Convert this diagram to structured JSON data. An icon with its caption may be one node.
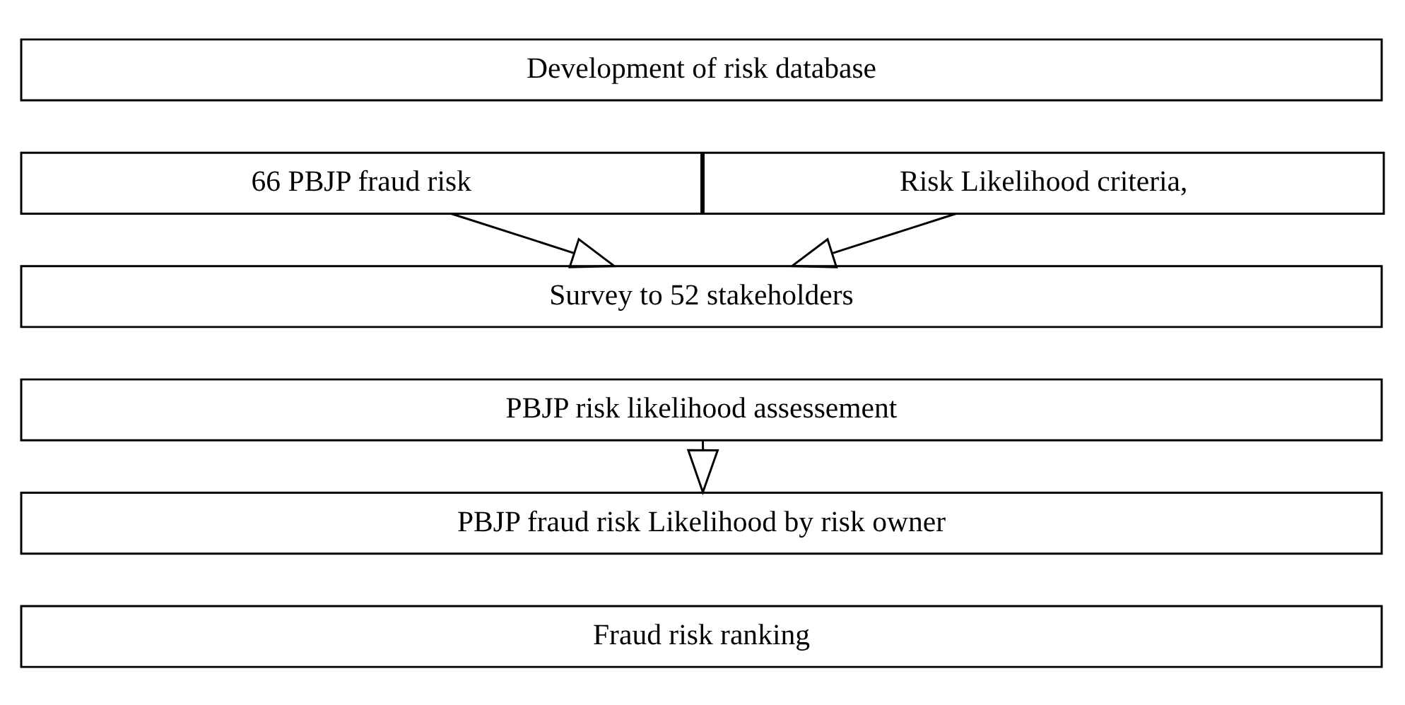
{
  "diagram": {
    "nodes": [
      {
        "text": [
          "Development of risk database"
        ]
      },
      {
        "text": [
          "66 PBJP fraud risk"
        ]
      },
      {
        "text": [
          "Risk Likelihood criteria,"
        ]
      },
      {
        "text": [
          "Survey to 52 stakeholders"
        ]
      },
      {
        "text": [
          "PBJP risk likelihood assessement"
        ]
      },
      {
        "text": [
          "PBJP fraud risk Likelihood by risk owner"
        ]
      },
      {
        "text": [
          "Fraud risk ranking"
        ]
      }
    ],
    "edges": [
      {
        "from": 1,
        "to": 3,
        "arrow": "to"
      },
      {
        "from": 2,
        "to": 3,
        "arrow": "to"
      },
      {
        "from": 4,
        "to": 5,
        "arrow": "to"
      }
    ]
  }
}
